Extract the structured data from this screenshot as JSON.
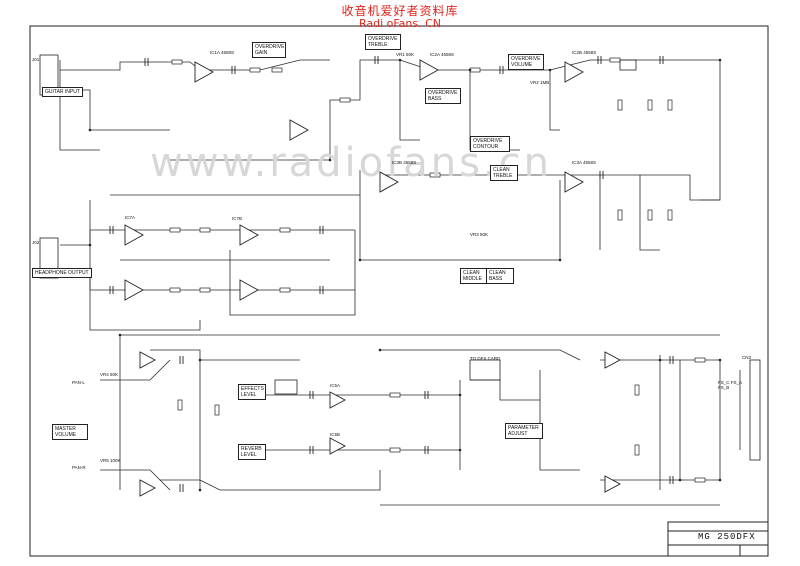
{
  "header": {
    "site_cn": "收音机爱好者资料库",
    "site_en": "Radi oFans. CN"
  },
  "watermark": "www.radiofans.cn",
  "title_block": {
    "model": "MG 250DFX"
  },
  "blocks": {
    "guitar_input": "GUITAR INPUT",
    "headphone_output": "HEADPHONE OUTPUT",
    "od_gain": "OVERDRIVE GAIN",
    "od_treble": "OVERDRIVE TREBLE",
    "od_bass": "OVERDRIVE BASS",
    "od_volume": "OVERDRIVE VOLUME",
    "od_contour": "OVERDRIVE CONTOUR",
    "clean_treble": "CLEAN TREBLE",
    "clean_middle": "CLEAN MIDDLE",
    "clean_bass": "CLEAN BASS",
    "master_volume": "MASTER VOLUME",
    "effects_level": "EFFECTS LEVEL",
    "reverb_level": "REVERB LEVEL",
    "parameter_adjust": "PARAMETER ADJUST",
    "dfx_card": "TO DFX CARD"
  },
  "parts": {
    "j1": "J01",
    "j2": "J02",
    "ic1": "IC1A 4558S",
    "ic2": "IC2A 4558S",
    "ic3": "IC2B 4558S",
    "ic4": "IC3B 4558S",
    "ic5": "IC3A 4558S",
    "ic6": "IC7A",
    "ic7": "IC7B",
    "ic8": "IC5A",
    "ic9": "IC5B",
    "vr1": "VR1 50K",
    "vr2": "VR2 1MB",
    "vr3": "VR3 50K",
    "vr4": "VR4 50K",
    "vr5": "VR5 100K",
    "pan_l": "PAN-L",
    "pan_r": "PAN-R",
    "fs": "FS_C FS_A FS_B",
    "cn": "CN3"
  }
}
